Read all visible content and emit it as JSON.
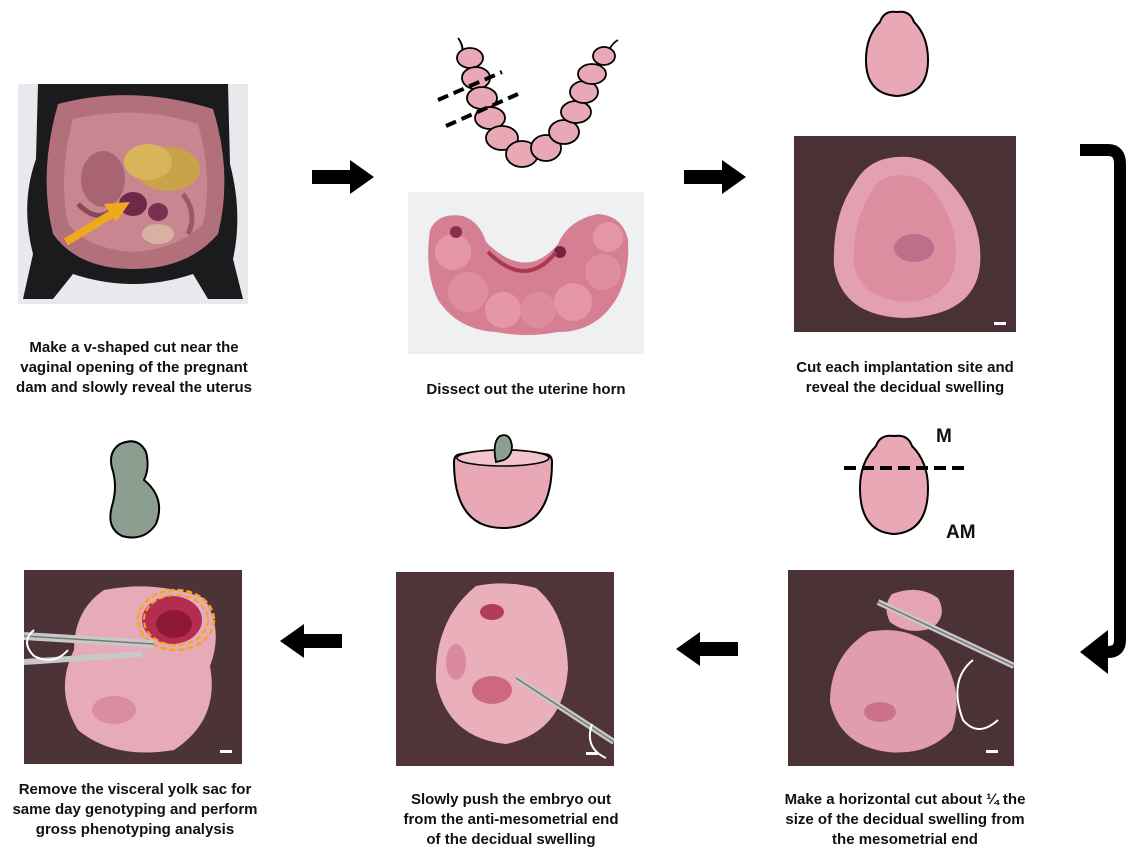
{
  "steps": {
    "step1": {
      "lines": [
        "Make a v-shaped cut near the",
        "vaginal opening of the pregnant",
        "dam and slowly reveal the uterus"
      ]
    },
    "step2": {
      "lines": [
        "Dissect out the uterine horn"
      ]
    },
    "step3": {
      "lines": [
        "Cut each implantation site and",
        "reveal the decidual swelling"
      ]
    },
    "step4": {
      "lines": [
        "Make a horizontal cut about ¼ the",
        "size of the decidual swelling from",
        "the mesometrial end"
      ]
    },
    "step5": {
      "lines": [
        "Slowly push the embryo out",
        "from the anti-mesometrial end",
        "of the decidual swelling"
      ]
    },
    "step6": {
      "lines": [
        "Remove the visceral yolk sac for",
        "same day genotyping and perform",
        "gross phenotyping analysis"
      ]
    }
  },
  "labels": {
    "mesometrial": "M",
    "anti_mesometrial": "AM"
  },
  "colors": {
    "tissue_pink": "#e9a8b5",
    "embryo_grey": "#8c9e90",
    "highlight_orange": "#f0a81c",
    "arrow": "#000000"
  }
}
